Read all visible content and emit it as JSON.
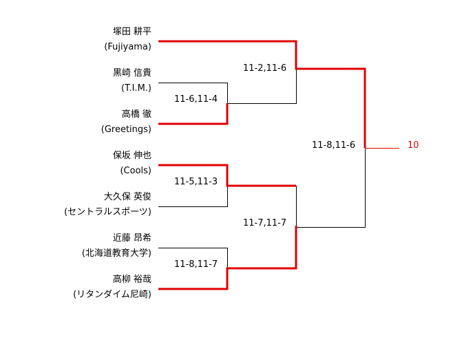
{
  "players": [
    {
      "name": "塚田 耕平",
      "team": "(Fujiyama)"
    },
    {
      "name": "黒崎 信貴",
      "team": "(T.I.M.)"
    },
    {
      "name": "高橋 徹",
      "team": "(Greetings)"
    },
    {
      "name": "保坂 伸也",
      "team": "(Cools)"
    },
    {
      "name": "大久保 英俊",
      "team": "(セントラルスポーツ)"
    },
    {
      "name": "近藤 昂希",
      "team": "(北海道教育大学)"
    },
    {
      "name": "高柳 裕哉",
      "team": "(リタンダイム尼崎)"
    }
  ],
  "scores": {
    "r1_top": "11-6,11-4",
    "r1_mid": "11-5,11-3",
    "r1_bot": "11-8,11-7",
    "r2_top": "11-2,11-6",
    "r2_bot": "11-7,11-7",
    "final": "11-8,11-6"
  },
  "champion_label": "10",
  "colors": {
    "win": "#e00000",
    "line": "#000000"
  }
}
